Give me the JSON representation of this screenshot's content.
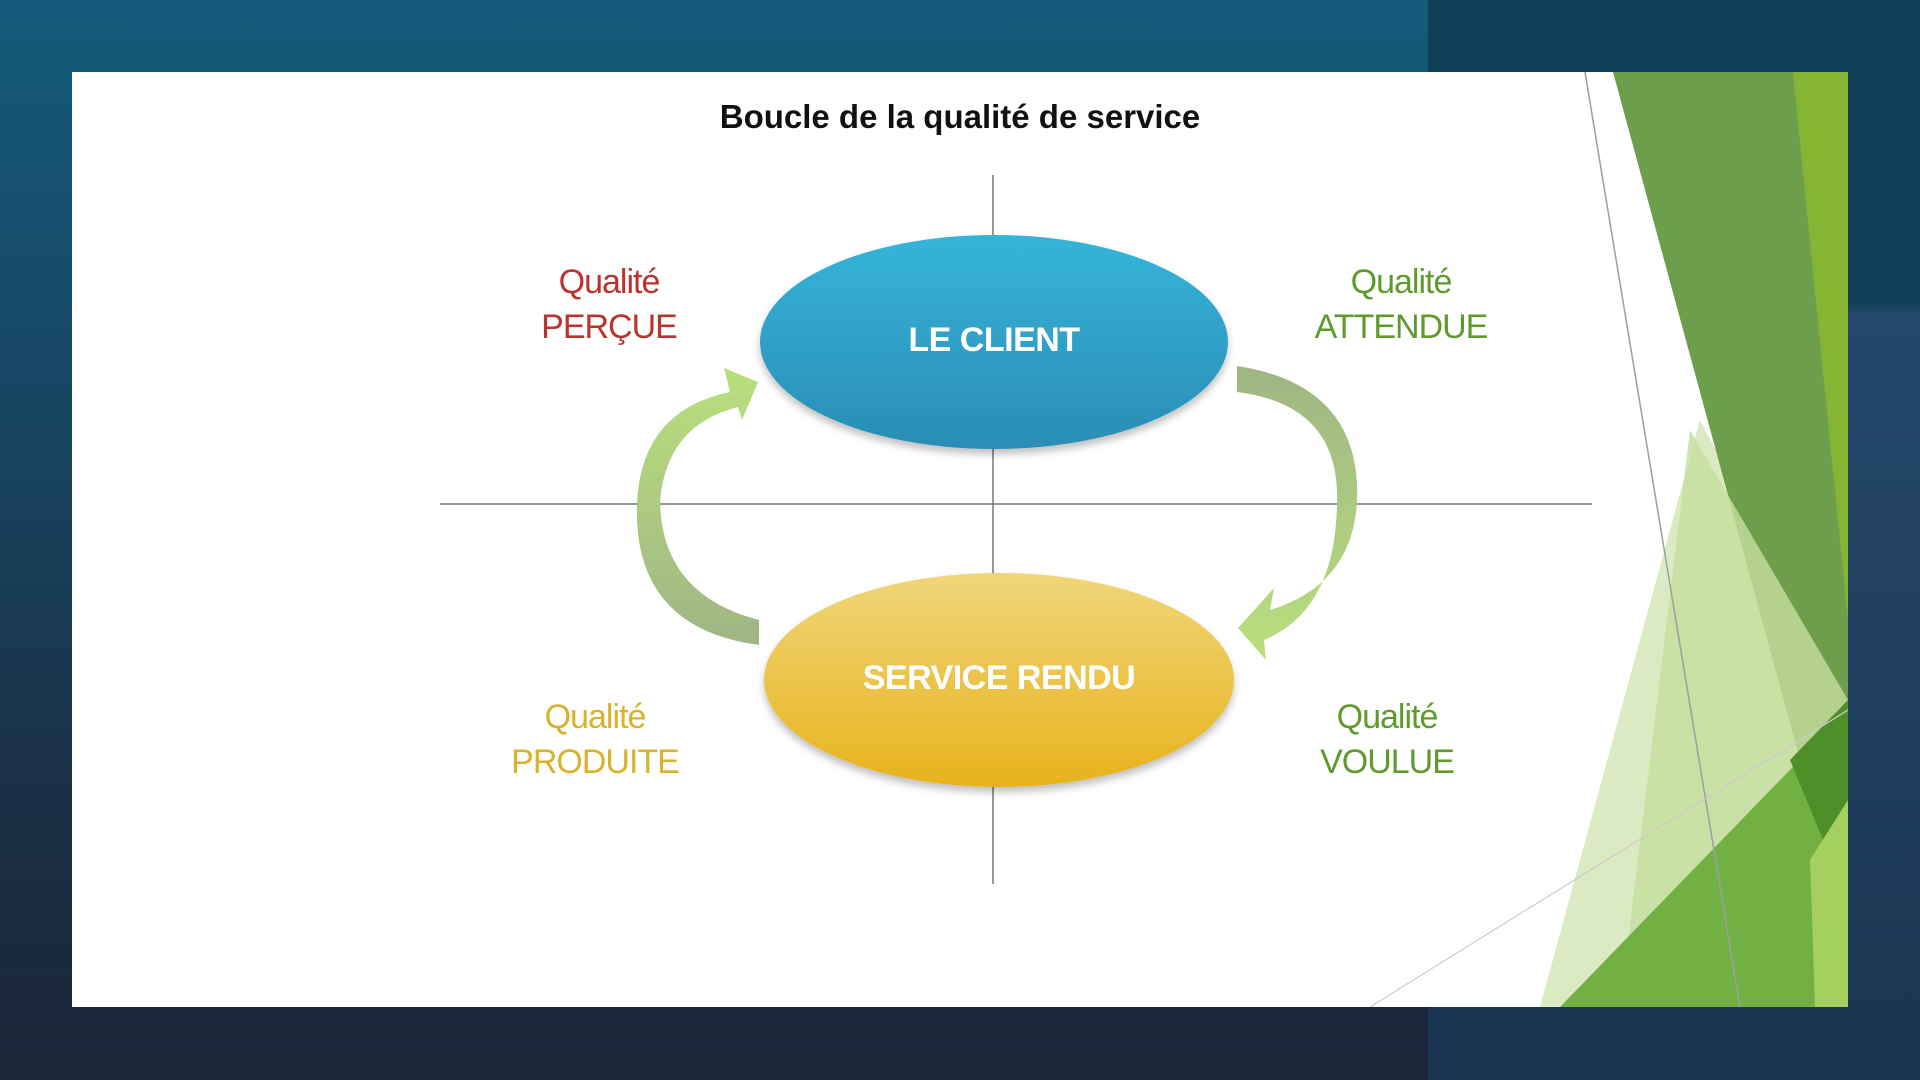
{
  "title": "Boucle de la qualité de service",
  "center_top": "LE CLIENT",
  "center_bottom": "SERVICE RENDU",
  "quadrants": {
    "top_left": {
      "line1": "Qualité",
      "line2": "PERÇUE",
      "color": "#b8342c"
    },
    "top_right": {
      "line1": "Qualité",
      "line2": "ATTENDUE",
      "color": "#5f9a2c"
    },
    "bottom_left": {
      "line1": "Qualité",
      "line2": "PRODUITE",
      "color": "#d9b22c"
    },
    "bottom_right": {
      "line1": "Qualité",
      "line2": "VOULUE",
      "color": "#5f9a2c"
    }
  },
  "colors": {
    "client": "#2fa3c9",
    "service": "#ebc444",
    "arrow": "#b5d98a",
    "accent": "#6d9e4c"
  }
}
